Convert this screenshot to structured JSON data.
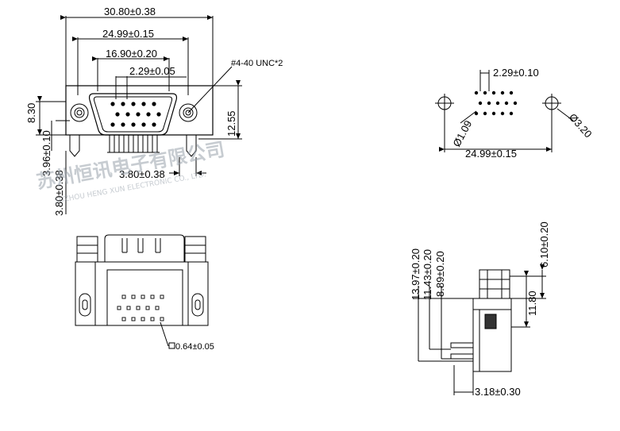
{
  "views": {
    "front": {
      "dim_overall_width": "30.80±0.38",
      "dim_mount_hole_spacing": "24.99±0.15",
      "dim_shell_width": "16.90±0.20",
      "dim_pin_pitch": "2.29±0.05",
      "dim_thread_note": "#4-40 UNC*2",
      "dim_flange_height": "8.30",
      "dim_tail_offset": "3.96±0.10",
      "dim_board_lock_offset": "3.80±0.38",
      "dim_board_lock_width": "3.80±0.38",
      "dim_total_height": "12.55"
    },
    "footprint": {
      "dim_row_pitch": "2.29±0.10",
      "dim_pin_hole_dia": "Ø1.09",
      "dim_mount_hole_dia": "Ø3.20",
      "dim_hole_spacing": "24.99±0.15"
    },
    "bottom": {
      "dim_pin_size": "0.64±0.05"
    },
    "side": {
      "dim_row1": "13.97±0.20",
      "dim_row2": "11.43±0.20",
      "dim_row3": "8.89±0.20",
      "dim_top_offset": "6.10±0.20",
      "dim_body_height": "11.80",
      "dim_tail_length": "3.18±0.30"
    }
  },
  "watermark": {
    "chinese_text": "苏州恒讯电子有限公司",
    "english_text": "SUZHOU HENG XUN ELECTRONIC CO., LTD."
  }
}
